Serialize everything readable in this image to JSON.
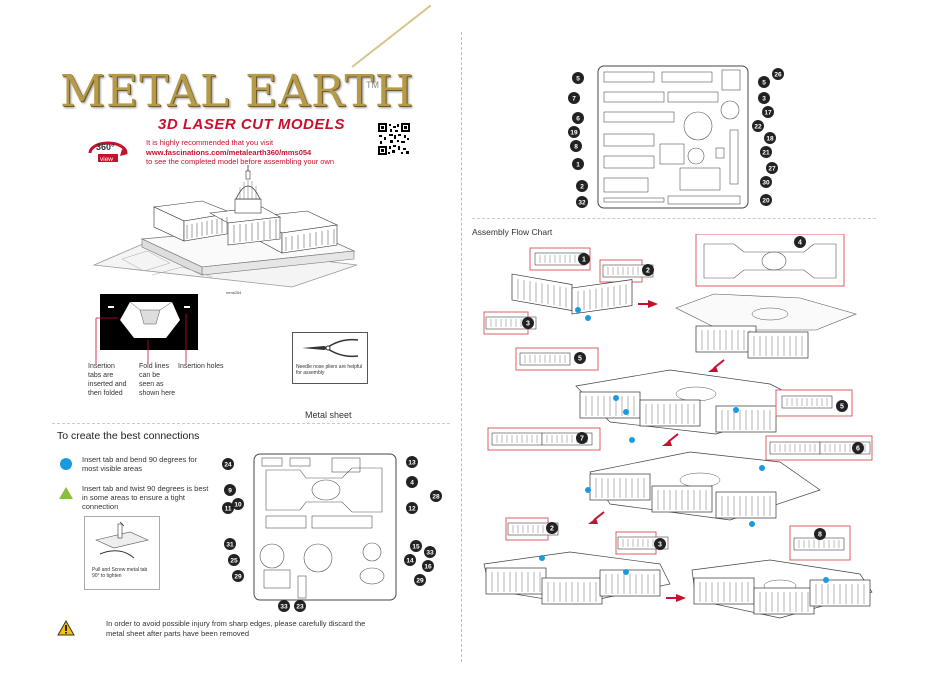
{
  "brand": {
    "logo": "METAL EARTH",
    "tm": "TM",
    "subtitle": "3D LASER CUT MODELS",
    "view360_top": "360°",
    "view360_bottom": "view"
  },
  "intro": {
    "line1": "It is highly recommended that you visit",
    "url": "www.fascinations.com/metalearth360/mms054",
    "line3": "to see the completed model before assembling your own"
  },
  "model_code": "mms054",
  "sheet_labels": {
    "tabs": "Insertion tabs are inserted and then folded",
    "fold": "Fold lines can be seen as shown here",
    "holes": "Insertion holes"
  },
  "pliers_note": "Needle nose pliers are helpful for assembly",
  "metal_sheet": "Metal sheet",
  "connections": {
    "heading": "To create the best connections",
    "blue": "Insert tab and bend 90 degrees for most visible areas",
    "green": "Insert tab and twist 90 degrees is best in some areas to ensure a tight connection",
    "screw_tip": "Pull and Screw metal tab 90° to tighten"
  },
  "warning": "In order to avoid possible injury from sharp edges, please carefully discard the metal sheet after parts have been removed",
  "flow_title": "Assembly Flow Chart",
  "sheet_left_numbers": [
    "24",
    "13",
    "9",
    "4",
    "10",
    "28",
    "11",
    "12",
    "31",
    "15",
    "25",
    "33",
    "14",
    "16",
    "29",
    "29",
    "33",
    "23"
  ],
  "sheet_right_numbers": [
    "5",
    "26",
    "5",
    "7",
    "3",
    "17",
    "6",
    "22",
    "19",
    "18",
    "8",
    "21",
    "1",
    "27",
    "2",
    "30",
    "32",
    "20"
  ],
  "flow_steps": [
    "1",
    "2",
    "3",
    "4",
    "5",
    "5",
    "7",
    "6",
    "2",
    "3",
    "8"
  ],
  "colors": {
    "red": "#c8102e",
    "blue_dot": "#1a9be0",
    "green_tri": "#88c03a",
    "gold": "#b59a4a"
  }
}
